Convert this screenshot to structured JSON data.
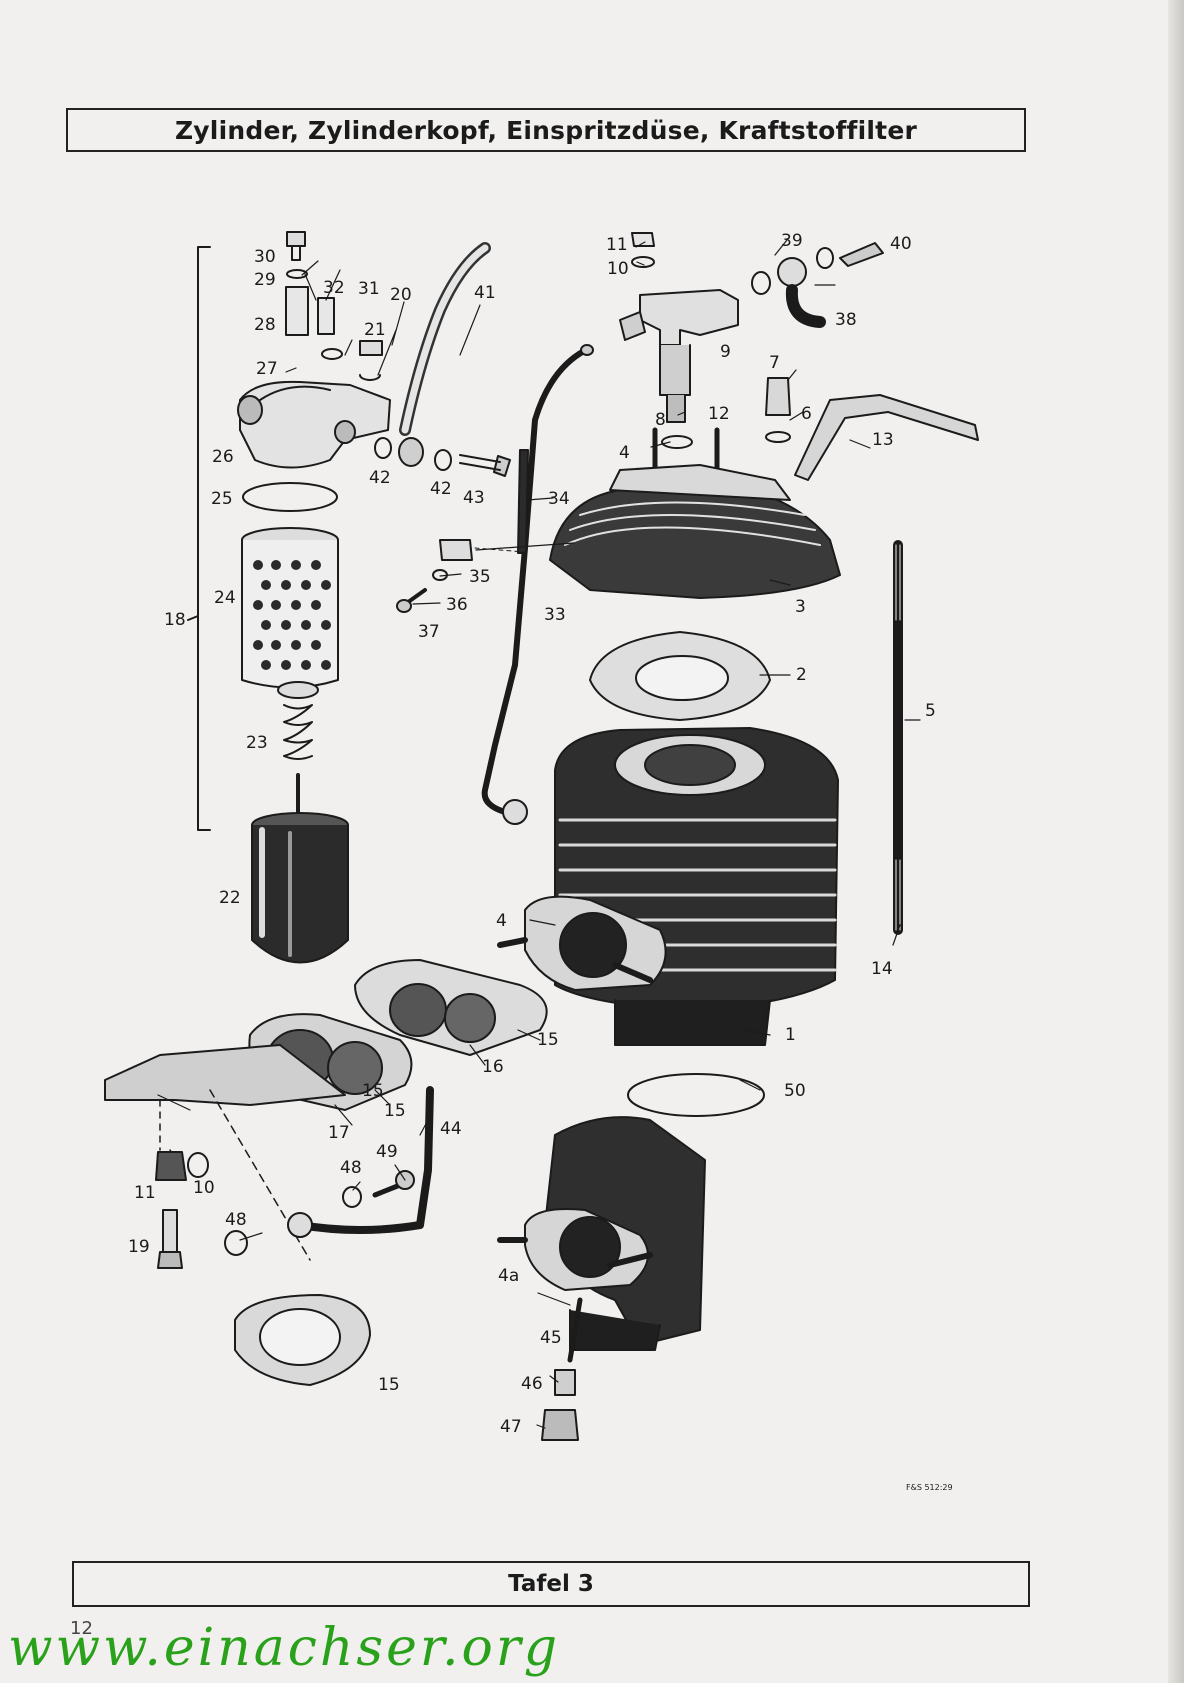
{
  "title": "Zylinder, Zylinderkopf, Einspritzdüse, Kraftstoffilter",
  "footer": "Tafel 3",
  "page_number": "12",
  "stamp": "F&S 512:29",
  "watermark": "www.einachser.org",
  "callouts": [
    "1",
    "2",
    "3",
    "4",
    "4",
    "4a",
    "5",
    "6",
    "7",
    "8",
    "9",
    "10",
    "10",
    "11",
    "11",
    "12",
    "13",
    "14",
    "15",
    "15",
    "15",
    "15",
    "16",
    "17",
    "18",
    "19",
    "20",
    "21",
    "22",
    "23",
    "24",
    "25",
    "26",
    "27",
    "28",
    "29",
    "30",
    "31",
    "32",
    "33",
    "34",
    "35",
    "36",
    "37",
    "38",
    "39",
    "40",
    "41",
    "42",
    "42",
    "43",
    "44",
    "45",
    "46",
    "47",
    "48",
    "48",
    "49",
    "50"
  ]
}
